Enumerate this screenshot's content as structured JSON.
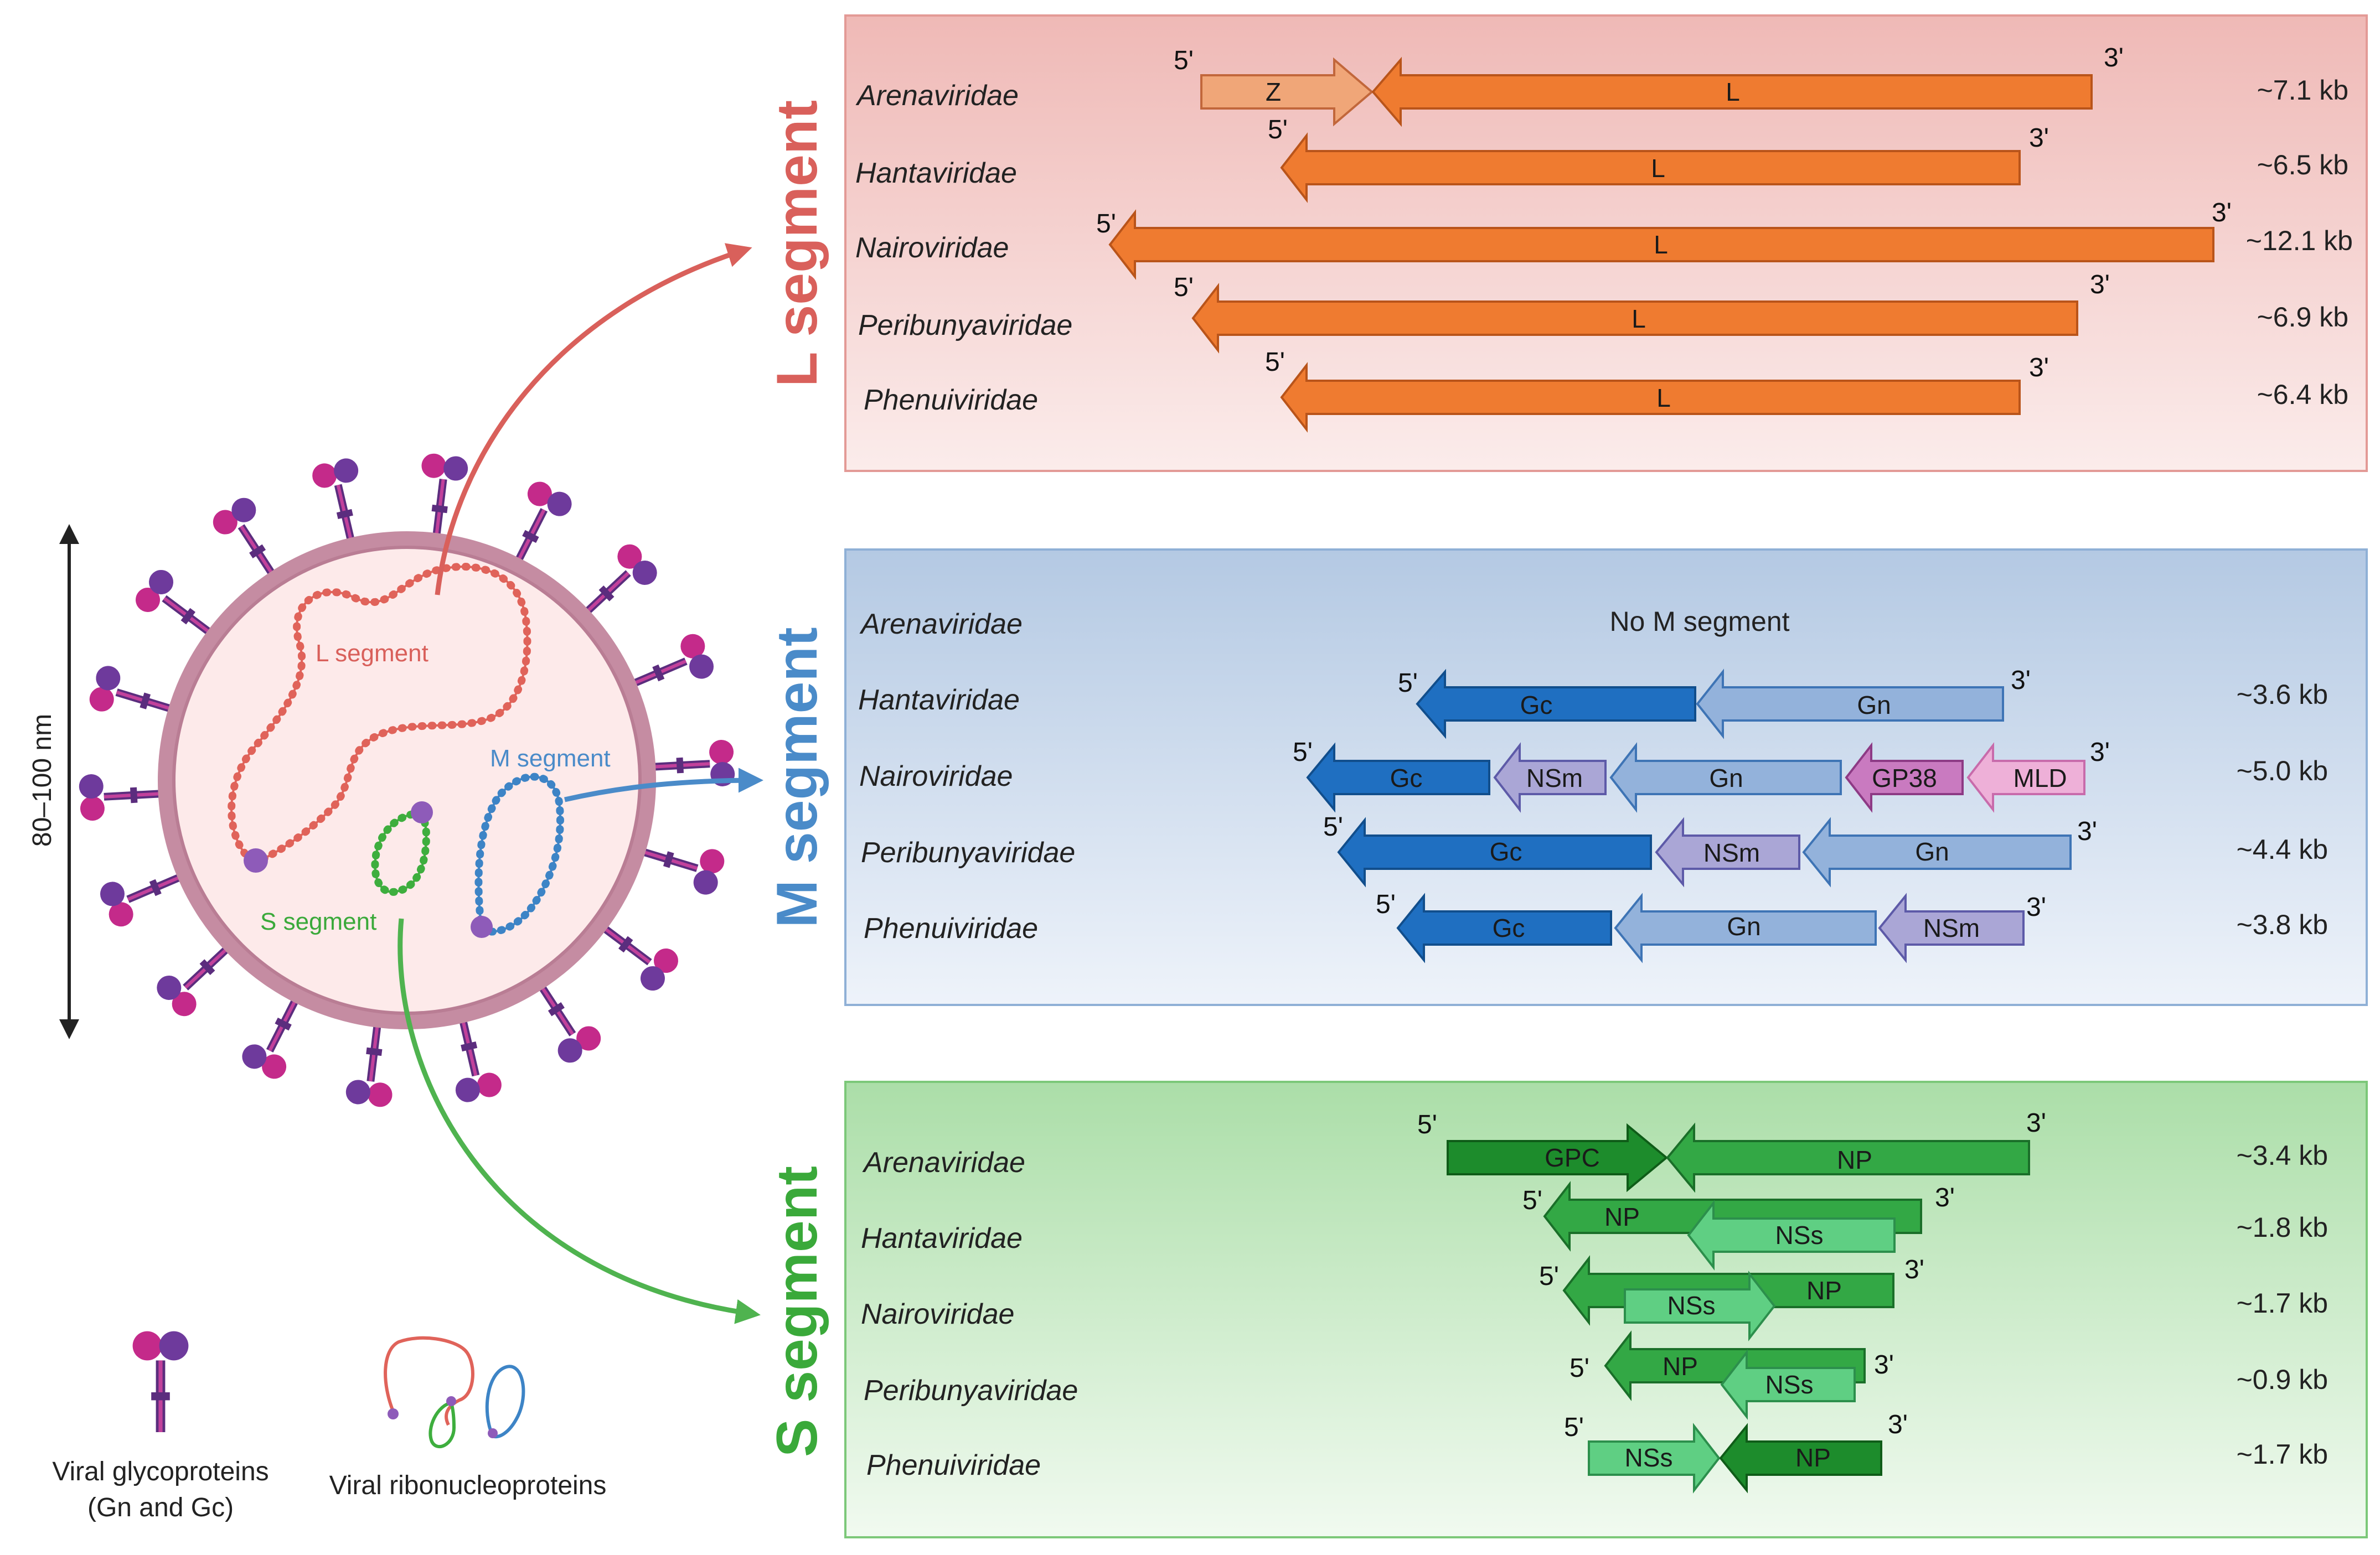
{
  "virion": {
    "scale_label": "80–100 nm",
    "l_label": "L segment",
    "m_label": "M segment",
    "s_label": "S segment"
  },
  "legend": {
    "glycoprotein_line1": "Viral glycoproteins",
    "glycoprotein_line2": "(Gn and Gc)",
    "rnp": "Viral ribonucleoproteins"
  },
  "five_prime": "5'",
  "three_prime": "3'",
  "colors": {
    "L_panel": "#f3c4c2",
    "M_panel": "#bccfe6",
    "S_panel": "#b3e0b0",
    "L_title": "#d9605b",
    "M_title": "#4a8bc9",
    "S_title": "#3aa93a"
  },
  "panels": {
    "L": {
      "title": "L segment",
      "rows": [
        {
          "family": "Arenaviridae",
          "size": "~7.1 kb",
          "genes": [
            {
              "name": "Z"
            },
            {
              "name": "L"
            }
          ]
        },
        {
          "family": "Hantaviridae",
          "size": "~6.5 kb",
          "genes": [
            {
              "name": "L"
            }
          ]
        },
        {
          "family": "Nairoviridae",
          "size": "~12.1 kb",
          "genes": [
            {
              "name": "L"
            }
          ]
        },
        {
          "family": "Peribunyaviridae",
          "size": "~6.9 kb",
          "genes": [
            {
              "name": "L"
            }
          ]
        },
        {
          "family": "Phenuiviridae",
          "size": "~6.4 kb",
          "genes": [
            {
              "name": "L"
            }
          ]
        }
      ]
    },
    "M": {
      "title": "M segment",
      "rows": [
        {
          "family": "Arenaviridae",
          "size": "",
          "note": "No M segment",
          "genes": []
        },
        {
          "family": "Hantaviridae",
          "size": "~3.6 kb",
          "genes": [
            {
              "name": "Gc"
            },
            {
              "name": "Gn"
            }
          ]
        },
        {
          "family": "Nairoviridae",
          "size": "~5.0 kb",
          "genes": [
            {
              "name": "Gc"
            },
            {
              "name": "NSm"
            },
            {
              "name": "Gn"
            },
            {
              "name": "GP38"
            },
            {
              "name": "MLD"
            }
          ]
        },
        {
          "family": "Peribunyaviridae",
          "size": "~4.4 kb",
          "genes": [
            {
              "name": "Gc"
            },
            {
              "name": "NSm"
            },
            {
              "name": "Gn"
            }
          ]
        },
        {
          "family": "Phenuiviridae",
          "size": "~3.8 kb",
          "genes": [
            {
              "name": "Gc"
            },
            {
              "name": "Gn"
            },
            {
              "name": "NSm"
            }
          ]
        }
      ]
    },
    "S": {
      "title": "S segment",
      "rows": [
        {
          "family": "Arenaviridae",
          "size": "~3.4 kb",
          "genes": [
            {
              "name": "GPC"
            },
            {
              "name": "NP"
            }
          ]
        },
        {
          "family": "Hantaviridae",
          "size": "~1.8 kb",
          "genes": [
            {
              "name": "NP"
            },
            {
              "name": "NSs"
            }
          ]
        },
        {
          "family": "Nairoviridae",
          "size": "~1.7 kb",
          "genes": [
            {
              "name": "NP"
            },
            {
              "name": "NSs"
            }
          ]
        },
        {
          "family": "Peribunyaviridae",
          "size": "~0.9 kb",
          "genes": [
            {
              "name": "NP"
            },
            {
              "name": "NSs"
            }
          ]
        },
        {
          "family": "Phenuiviridae",
          "size": "~1.7 kb",
          "genes": [
            {
              "name": "NSs"
            },
            {
              "name": "NP"
            }
          ]
        }
      ]
    }
  }
}
